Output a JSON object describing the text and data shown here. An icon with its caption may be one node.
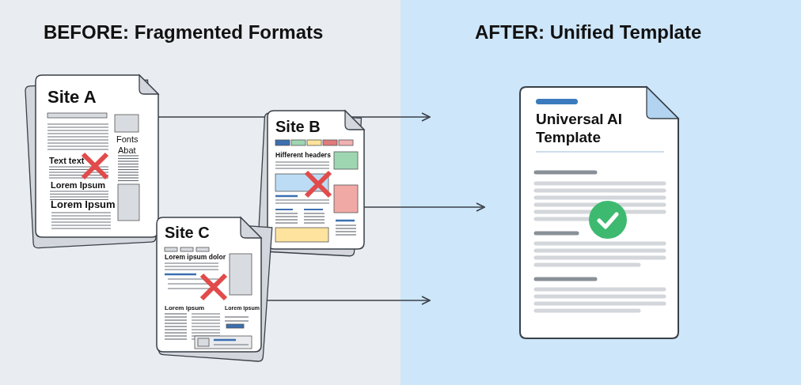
{
  "diagram": {
    "nodes": [
      {
        "text": [
          "Site A",
          "Fonts",
          "Abat",
          "Text text",
          "Lorem Ipsum",
          "Lorem Ipsum"
        ]
      },
      {
        "text": [
          "Site B",
          "Hifferent headers"
        ]
      },
      {
        "text": [
          "Site C",
          "Lorem ipsum dolor",
          "Lorem ipsum",
          "Lorem ipsum"
        ]
      },
      {
        "text": [
          "Universal AI Template"
        ]
      }
    ],
    "edges": [
      {
        "from": 0,
        "to": null,
        "arrow": "to"
      },
      {
        "from": 1,
        "to": null,
        "arrow": "to"
      },
      {
        "from": 2,
        "to": null,
        "arrow": "to"
      }
    ],
    "labels": [
      "BEFORE: Fragmented Formats",
      "AFTER: Unified Template"
    ]
  }
}
